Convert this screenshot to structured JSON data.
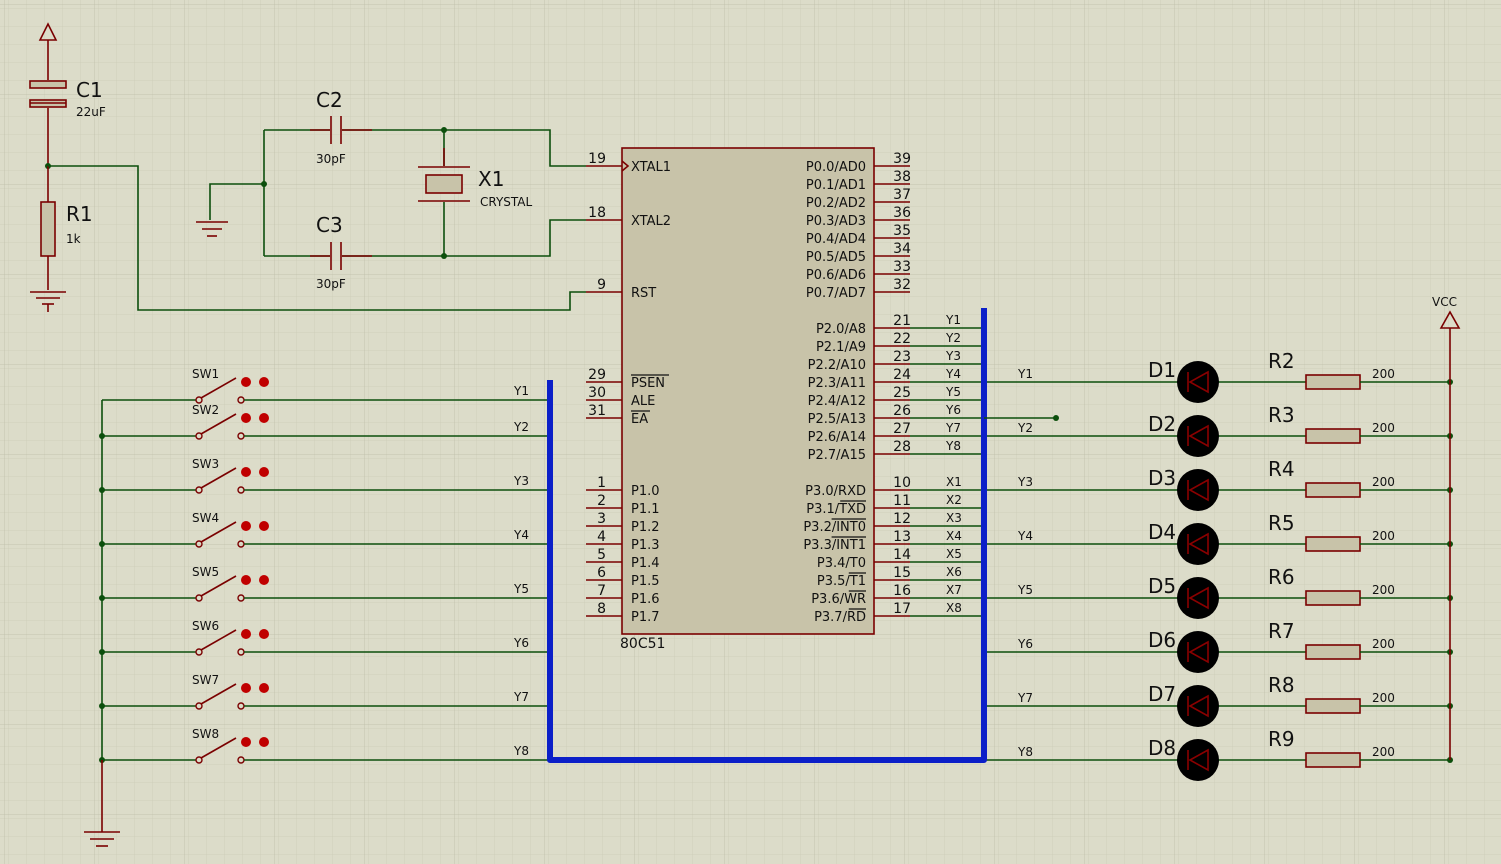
{
  "colors": {
    "background": "#dcdcc9",
    "grid_major": "#c3c3ae",
    "wire": "#0c4f0c",
    "component": "#7a0000",
    "component_fill": "#c8c3a9",
    "bus": "#0b1fc8",
    "led": "#000000",
    "led_dot": "#c00000"
  },
  "power": {
    "vcc_label": "VCC"
  },
  "c1": {
    "ref": "C1",
    "value": "22uF"
  },
  "r1": {
    "ref": "R1",
    "value": "1k"
  },
  "c2": {
    "ref": "C2",
    "value": "30pF"
  },
  "c3": {
    "ref": "C3",
    "value": "30pF"
  },
  "x1": {
    "ref": "X1",
    "value": "CRYSTAL"
  },
  "mcu": {
    "part": "80C51",
    "left_pins": [
      {
        "num": "19",
        "name": "XTAL1"
      },
      {
        "num": "18",
        "name": "XTAL2"
      },
      {
        "num": "9",
        "name": "RST"
      },
      {
        "num": "29",
        "name": "PSEN"
      },
      {
        "num": "30",
        "name": "ALE"
      },
      {
        "num": "31",
        "name": "EA"
      },
      {
        "num": "1",
        "name": "P1.0"
      },
      {
        "num": "2",
        "name": "P1.1"
      },
      {
        "num": "3",
        "name": "P1.2"
      },
      {
        "num": "4",
        "name": "P1.3"
      },
      {
        "num": "5",
        "name": "P1.4"
      },
      {
        "num": "6",
        "name": "P1.5"
      },
      {
        "num": "7",
        "name": "P1.6"
      },
      {
        "num": "8",
        "name": "P1.7"
      }
    ],
    "right_pins": [
      {
        "num": "39",
        "name": "P0.0/AD0",
        "net": ""
      },
      {
        "num": "38",
        "name": "P0.1/AD1",
        "net": ""
      },
      {
        "num": "37",
        "name": "P0.2/AD2",
        "net": ""
      },
      {
        "num": "36",
        "name": "P0.3/AD3",
        "net": ""
      },
      {
        "num": "35",
        "name": "P0.4/AD4",
        "net": ""
      },
      {
        "num": "34",
        "name": "P0.5/AD5",
        "net": ""
      },
      {
        "num": "33",
        "name": "P0.6/AD6",
        "net": ""
      },
      {
        "num": "32",
        "name": "P0.7/AD7",
        "net": ""
      },
      {
        "num": "21",
        "name": "P2.0/A8",
        "net": "Y1"
      },
      {
        "num": "22",
        "name": "P2.1/A9",
        "net": "Y2"
      },
      {
        "num": "23",
        "name": "P2.2/A10",
        "net": "Y3"
      },
      {
        "num": "24",
        "name": "P2.3/A11",
        "net": "Y4"
      },
      {
        "num": "25",
        "name": "P2.4/A12",
        "net": "Y5"
      },
      {
        "num": "26",
        "name": "P2.5/A13",
        "net": "Y6"
      },
      {
        "num": "27",
        "name": "P2.6/A14",
        "net": "Y7"
      },
      {
        "num": "28",
        "name": "P2.7/A15",
        "net": "Y8"
      },
      {
        "num": "10",
        "name": "P3.0/RXD",
        "net": "X1"
      },
      {
        "num": "11",
        "name": "P3.1/TXD",
        "net": "X2"
      },
      {
        "num": "12",
        "name": "P3.2/INT0",
        "net": "X3"
      },
      {
        "num": "13",
        "name": "P3.3/INT1",
        "net": "X4"
      },
      {
        "num": "14",
        "name": "P3.4/T0",
        "net": "X5"
      },
      {
        "num": "15",
        "name": "P3.5/T1",
        "net": "X6"
      },
      {
        "num": "16",
        "name": "P3.6/WR",
        "net": "X7"
      },
      {
        "num": "17",
        "name": "P3.7/RD",
        "net": "X8"
      }
    ]
  },
  "switches": [
    {
      "ref": "SW1",
      "net": "Y1"
    },
    {
      "ref": "SW2",
      "net": "Y2"
    },
    {
      "ref": "SW3",
      "net": "Y3"
    },
    {
      "ref": "SW4",
      "net": "Y4"
    },
    {
      "ref": "SW5",
      "net": "Y5"
    },
    {
      "ref": "SW6",
      "net": "Y6"
    },
    {
      "ref": "SW7",
      "net": "Y7"
    },
    {
      "ref": "SW8",
      "net": "Y8"
    }
  ],
  "leds": [
    {
      "ref": "D1",
      "net": "Y1",
      "res_ref": "R2",
      "res_val": "200"
    },
    {
      "ref": "D2",
      "net": "Y2",
      "res_ref": "R3",
      "res_val": "200"
    },
    {
      "ref": "D3",
      "net": "Y3",
      "res_ref": "R4",
      "res_val": "200"
    },
    {
      "ref": "D4",
      "net": "Y4",
      "res_ref": "R5",
      "res_val": "200"
    },
    {
      "ref": "D5",
      "net": "Y5",
      "res_ref": "R6",
      "res_val": "200"
    },
    {
      "ref": "D6",
      "net": "Y6",
      "res_ref": "R7",
      "res_val": "200"
    },
    {
      "ref": "D7",
      "net": "Y7",
      "res_ref": "R8",
      "res_val": "200"
    },
    {
      "ref": "D8",
      "net": "Y8",
      "res_ref": "R9",
      "res_val": "200"
    }
  ]
}
